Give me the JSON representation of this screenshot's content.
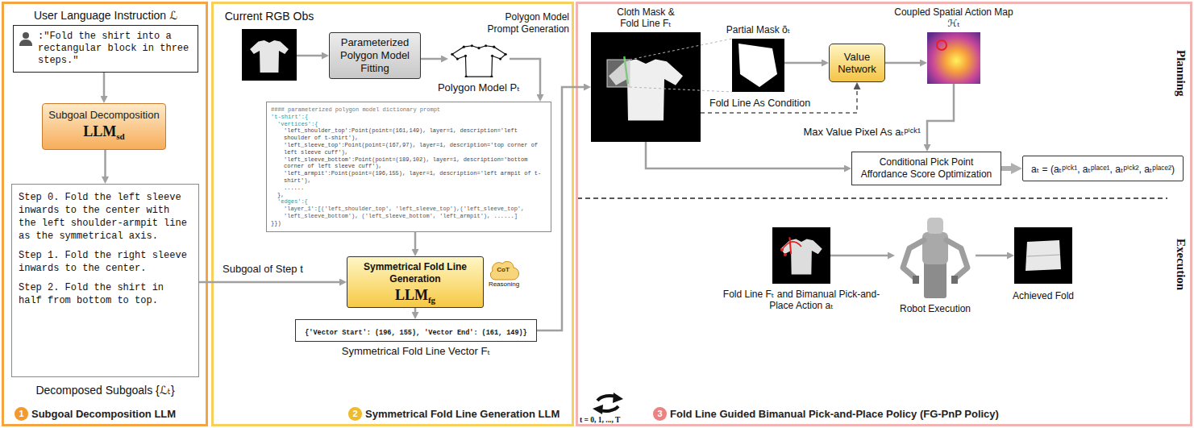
{
  "diagram": {
    "nodes": [
      {
        "text": [
          "1",
          "Subgoal Decomposition LLM"
        ]
      },
      {
        "text": [
          "User Language Instruction ℒ",
          ":\"Fold the shirt into a rectangular block in three steps.\""
        ],
        "in": 0
      },
      {
        "text": [
          "Subgoal Decomposition",
          "LLM",
          "sd"
        ],
        "in": 0
      },
      {
        "text": [
          "Step 0. Fold the left sleeve inwards to the center with the left shoulder-armpit line as the symmetrical axis.",
          "Step 1. Fold the right sleeve inwards to the center.",
          "Step 2. Fold the shirt in half from bottom to top."
        ],
        "in": 0
      },
      {
        "text": [
          "2",
          "Symmetrical Fold Line Generation LLM"
        ]
      },
      {
        "text": [
          "Current RGB Obs"
        ],
        "in": 4
      },
      {
        "text": [
          "Parameterized Polygon Model Fitting"
        ],
        "in": 4
      },
      {
        "text": [
          "Polygon Model Pₜ"
        ],
        "in": 4
      },
      {
        "text": [
          "#### parameterized polygon model dictionary prompt",
          "'t-shirt':{",
          "'vertices':{",
          "'left_shoulder_top':Point(point=(161,149), layer=1, description='left shoulder of t-shirt'),",
          "'left_sleeve_top':Point(point=(167,97), layer=1, description='top corner of left sleeve cuff'),",
          "'left_sleeve_bottom':Point(point=(189,102), layer=1, description='bottom corner of left sleeve cuff'),",
          "'left_armpit':Point(point=(196,155), layer=1, description='left armpit of t-shirt'),",
          "......",
          "},",
          "'edges':{",
          "'layer_1':[('left_shoulder_top', 'left_sleeve_top'),('left_sleeve_top', 'left_sleeve_bottom'), ('left_sleeve_bottom', 'left_armpit'), ......]",
          "}})"
        ],
        "in": 4
      },
      {
        "text": [
          "Symmetrical Fold Line Generation",
          "LLM",
          "fg"
        ],
        "in": 4
      },
      {
        "text": [
          "{'Vector Start': (196, 155), 'Vector End': (161, 149)}",
          "Symmetrical Fold Line Vector Fₜ"
        ],
        "in": 4
      },
      {
        "text": [
          "3",
          "Fold Line Guided Bimanual Pick-and-Place Policy (FG-PnP Policy)"
        ]
      },
      {
        "text": [
          "Cloth Mask & Fold Line Fₜ"
        ],
        "in": 11
      },
      {
        "text": [
          "Partial Mask õₜ"
        ],
        "in": 11
      },
      {
        "text": [
          "Value Network"
        ],
        "in": 11
      },
      {
        "text": [
          "Coupled Spatial Action Map ℋₜ"
        ],
        "in": 11
      },
      {
        "text": [
          "Conditional Pick Point Affordance Score Optimization"
        ],
        "in": 11
      },
      {
        "text": [
          "aₜ = (aₜᵖⁱᶜᵏ¹, aₜᵖˡᵃᶜᵉ¹, aₜᵖⁱᶜᵏ², aₜᵖˡᵃᶜᵉ²)"
        ],
        "in": 11
      },
      {
        "text": [
          "Fold Line Fₜ and Bimanual Pick-and-Place Action aₜ"
        ],
        "in": 11
      },
      {
        "text": [
          "Robot Execution"
        ],
        "in": 11
      },
      {
        "text": [
          "Achieved Fold"
        ],
        "in": 11
      }
    ],
    "edges": [
      {
        "from": 1,
        "to": 2,
        "arrow": "to"
      },
      {
        "from": 2,
        "to": 3,
        "arrow": "to"
      },
      {
        "from": 3,
        "to": 9,
        "label": "Subgoal of Step t",
        "arrow": "to"
      },
      {
        "from": 5,
        "to": 6,
        "arrow": "to"
      },
      {
        "from": 6,
        "to": 7,
        "arrow": "to"
      },
      {
        "from": 7,
        "to": 8,
        "label": "Polygon Model Prompt Generation",
        "arrow": "to"
      },
      {
        "from": 8,
        "to": 9,
        "arrow": "to"
      },
      {
        "from": 9,
        "to": 10,
        "arrow": "to"
      },
      {
        "from": 10,
        "to": 12,
        "arrow": "to"
      },
      {
        "from": 12,
        "to": 13,
        "arrow": "none"
      },
      {
        "from": 13,
        "to": 14,
        "arrow": "to"
      },
      {
        "from": 14,
        "to": 15,
        "arrow": "to"
      },
      {
        "from": 12,
        "to": 14,
        "label": "Fold Line As Condition",
        "arrow": "to"
      },
      {
        "from": 15,
        "to": 16,
        "label": "Max Value Pixel As aₜᵖⁱᶜᵏ¹",
        "arrow": "to"
      },
      {
        "from": 12,
        "to": 16,
        "arrow": "to"
      },
      {
        "from": 16,
        "to": 17,
        "arrow": "to"
      },
      {
        "from": 18,
        "to": 19,
        "arrow": "to"
      },
      {
        "from": 19,
        "to": 20,
        "arrow": "to"
      }
    ],
    "labels": [
      "Decomposed Subgoals {ℒₜ}",
      "CoT",
      "Reasoning",
      "Planning",
      "Execution",
      "t = 0, 1, ..., T"
    ]
  }
}
